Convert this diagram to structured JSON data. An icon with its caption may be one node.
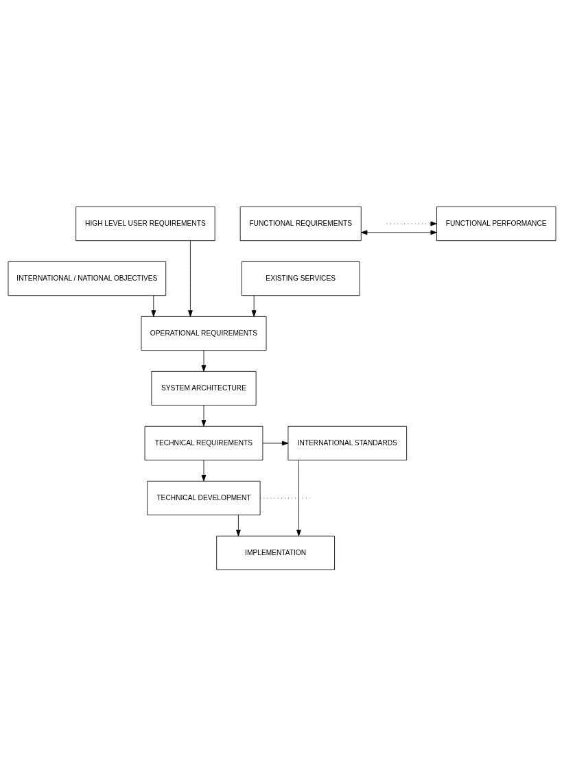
{
  "diagram": {
    "nodes": [
      {
        "text": [
          "HIGH LEVEL USER REQUIREMENTS"
        ]
      },
      {
        "text": [
          "INTERNATIONAL / NATIONAL OBJECTIVES"
        ]
      },
      {
        "text": [
          "EXISTING SERVICES"
        ]
      },
      {
        "text": [
          "OPERATIONAL REQUIREMENTS"
        ]
      },
      {
        "text": [
          "FUNCTIONAL REQUIREMENTS"
        ]
      },
      {
        "text": [
          "FUNCTIONAL PERFORMANCE"
        ]
      },
      {
        "text": [
          "SYSTEM ARCHITECTURE"
        ]
      },
      {
        "text": [
          "INTERNATIONAL STANDARDS"
        ]
      },
      {
        "text": [
          "TECHNICAL REQUIREMENTS"
        ]
      },
      {
        "text": [
          "TECHNICAL DEVELOPMENT"
        ]
      },
      {
        "text": [
          "IMPLEMENTATION"
        ]
      }
    ],
    "edges": [
      {
        "from": 0,
        "to": 3,
        "arrow": "to"
      },
      {
        "from": 1,
        "to": 3,
        "arrow": "to"
      },
      {
        "from": 2,
        "to": 3,
        "arrow": "to"
      },
      {
        "from": 3,
        "to": 6,
        "arrow": "to"
      },
      {
        "from": 4,
        "to": 5,
        "arrow": "both"
      },
      {
        "from": null,
        "to": 5,
        "arrow": "to",
        "style": "dashed"
      },
      {
        "from": 6,
        "to": 8,
        "arrow": "to"
      },
      {
        "from": 8,
        "to": 7,
        "arrow": "to"
      },
      {
        "from": 8,
        "to": 9,
        "arrow": "to"
      },
      {
        "from": 9,
        "to": null,
        "arrow": "none",
        "style": "dashed"
      },
      {
        "from": 9,
        "to": 10,
        "arrow": "to"
      },
      {
        "from": 7,
        "to": 10,
        "arrow": "to"
      }
    ]
  }
}
